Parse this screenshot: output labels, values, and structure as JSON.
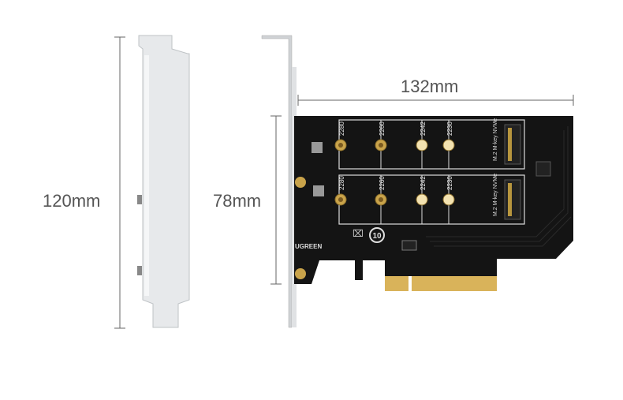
{
  "dimensions": {
    "bracket_height": "120mm",
    "card_height": "78mm",
    "card_length": "132mm"
  },
  "slots": [
    {
      "lengths": [
        "2280",
        "2260",
        "2242",
        "2230"
      ],
      "label": "M.2 M-key NVMe"
    },
    {
      "lengths": [
        "2280",
        "2260",
        "2242",
        "2230"
      ],
      "label": "M.2 M-key NVMe"
    }
  ],
  "brand": "UGREEN",
  "eco_mark": "10",
  "colors": {
    "pcb": "#141414",
    "gold": "#d9b35a",
    "bracket": "#e6e8ea",
    "dim_line": "#666666"
  }
}
